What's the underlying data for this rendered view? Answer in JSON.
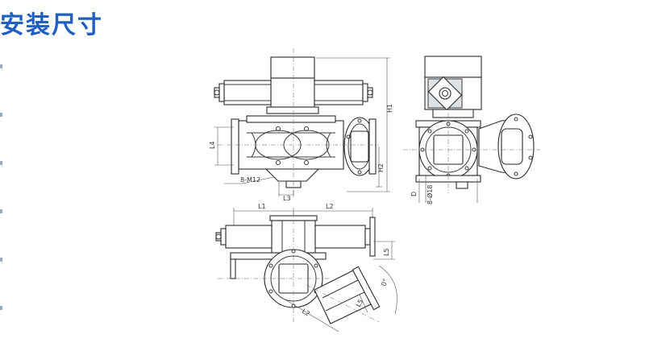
{
  "heading": "安装尺寸",
  "labels": {
    "H1": "H1",
    "L4": "L4",
    "H2": "H2",
    "bolt_spec": "8-M12",
    "L3": "L3",
    "D": "D",
    "hole_spec": "8-Ø18",
    "L1_top": "L1",
    "L2_top": "L2",
    "L5": "L5",
    "L2_bottom": "L2",
    "L5_bottom": "L5",
    "angle": "0°"
  },
  "colors": {
    "heading": "#1f5fbf",
    "line": "#3a3a3a",
    "fill": "#dfe2e5"
  }
}
